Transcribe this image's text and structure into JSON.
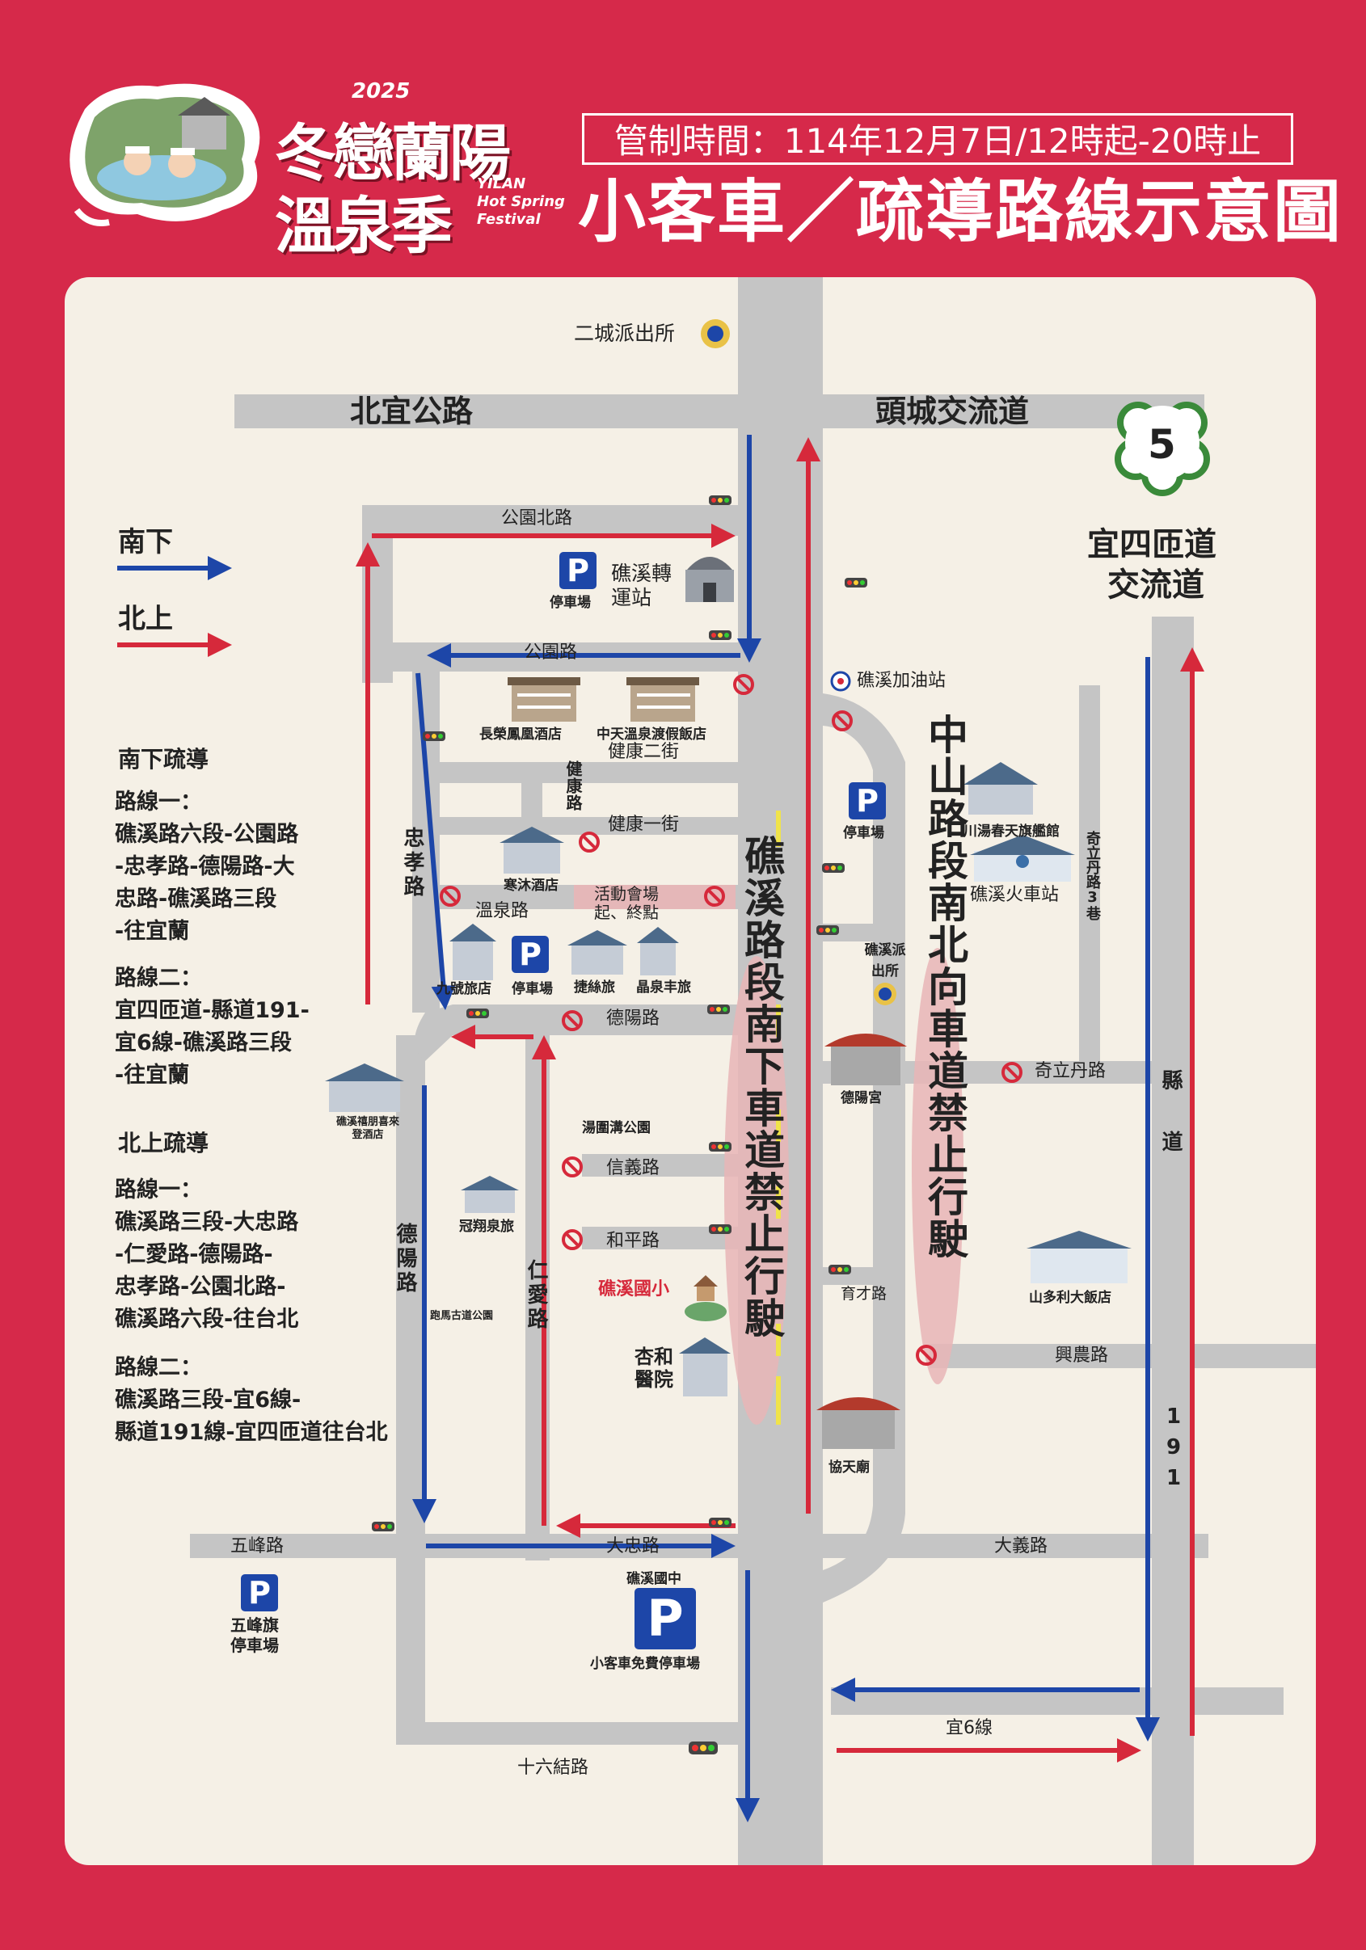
{
  "header": {
    "logo_line1": "冬戀蘭陽",
    "logo_line2": "溫泉季",
    "logo_year": "2025",
    "logo_en1": "YILAN",
    "logo_en2": "Hot Spring",
    "logo_en3": "Festival",
    "control_time": "管制時間：114年12月7日/12時起-20時止",
    "title": "小客車／疏導路線示意圖"
  },
  "legend": {
    "south_label": "南下",
    "north_label": "北上",
    "south_color": "#1d46a8",
    "north_color": "#d6293b"
  },
  "south_routes": {
    "title": "南下疏導",
    "route1_title": "路線一：",
    "route1_lines": [
      "礁溪路六段-公園路",
      "-忠孝路-德陽路-大",
      "忠路-礁溪路三段",
      "-往宜蘭"
    ],
    "route2_title": "路線二：",
    "route2_lines": [
      "宜四匝道-縣道191-",
      "宜6線-礁溪路三段",
      "-往宜蘭"
    ]
  },
  "north_routes": {
    "title": "北上疏導",
    "route1_title": "路線一：",
    "route1_lines": [
      "礁溪路三段-大忠路",
      "-仁愛路-德陽路-",
      "忠孝路-公園北路-",
      "礁溪路六段-往台北"
    ],
    "route2_title": "路線二：",
    "route2_lines": [
      "礁溪路三段-宜6線-",
      "縣道191線-宜四匝道往台北"
    ]
  },
  "roads": {
    "beiyi": "北宜公路",
    "toucheng": "頭城交流道",
    "gongyuan_north": "公園北路",
    "gongyuan": "公園路",
    "jiankang2": "健康二街",
    "jiankang1": "健康一街",
    "jiankang_road": "健康路",
    "zhongxiao": "忠孝路",
    "wenquan": "溫泉路",
    "deyang": "德陽路",
    "xinyi": "信義路",
    "heping": "和平路",
    "deyang_road_v": "德陽路",
    "renai": "仁愛路",
    "wufeng": "五峰路",
    "dazhong": "大忠路",
    "dayi": "大義路",
    "shiliujie": "十六結路",
    "yi6": "宜6線",
    "xingnong": "興農路",
    "yucai": "育才路",
    "qilidan": "奇立丹路",
    "qilidan_lane": "奇立丹路3巷",
    "county_road": "縣道",
    "county_num": "191",
    "jiaoxi_ban": "礁溪路段南下車道禁止行駛",
    "zhongshan_ban": "中山路段南北向車道禁止行駛"
  },
  "places": {
    "police_ercheng": "二城派出所",
    "parking_station": "停車場",
    "transit_station": "礁溪轉運站",
    "changrong": "長榮鳳凰酒店",
    "zhongtian": "中天溫泉渡假飯店",
    "gas_station": "礁溪加油站",
    "parking_zs": "停車場",
    "chuantang": "川湯春天旗艦館",
    "train_station": "礁溪火車站",
    "saimu": "寒沐酒店",
    "event_venue": "活動會場",
    "event_venue2": "起、終點",
    "jiuhao": "九號旅店",
    "parking_wq": "停車場",
    "jielin": "捷絲旅",
    "jingquan": "晶泉丰旅",
    "police_jiaoxi": "礁溪派出所",
    "deyang_temple": "德陽宮",
    "tangweigou": "湯圍溝公園",
    "laiyi": "礁溪禧朋喜來登酒店",
    "guanxiang": "冠翔泉旅",
    "paoma": "跑馬古道公園",
    "school_jiaoxi": "礁溪國小",
    "xinghe": "杏和醫院",
    "xinghe1": "杏和",
    "xinghe2": "醫院",
    "shandoli": "山多利大飯店",
    "xietian": "協天廟",
    "parking_wufeng1": "五峰旗",
    "parking_wufeng2": "停車場",
    "school_jh": "礁溪國中",
    "free_parking": "小客車免費停車場",
    "interchange_num": "5",
    "interchange_1": "宜四匝道",
    "interchange_2": "交流道"
  },
  "parking_symbol": "P"
}
